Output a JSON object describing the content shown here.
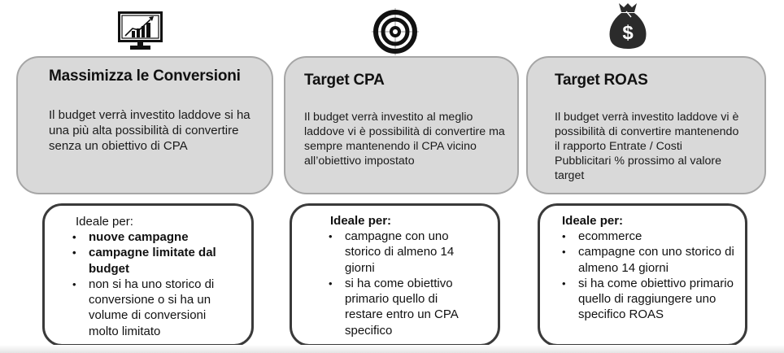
{
  "strategies": [
    {
      "icon": "monitor-chart-icon",
      "title": "Massimizza le Conversioni",
      "description": "Il budget verrà investito laddove si ha una più alta possibilità di convertire senza un obiettivo di CPA",
      "ideal_heading": "Ideale per:",
      "ideal_heading_bold": false,
      "ideal_items": [
        {
          "text": "nuove campagne",
          "bold": true
        },
        {
          "text": "campagne limitate dal budget",
          "bold": true
        },
        {
          "text": "non si ha uno storico di conversione o si ha un volume di conversioni molto limitato",
          "bold": false
        }
      ]
    },
    {
      "icon": "target-icon",
      "title": "Target CPA",
      "description": "Il budget verrà investito al meglio laddove vi è possibilità di convertire ma sempre mantenendo il CPA vicino all’obiettivo impostato",
      "ideal_heading": "Ideale per:",
      "ideal_heading_bold": true,
      "ideal_items": [
        {
          "text": "campagne  con uno storico di almeno 14 giorni",
          "bold": false
        },
        {
          "text": "si ha come obiettivo primario quello di restare entro un CPA specifico",
          "bold": false
        }
      ]
    },
    {
      "icon": "money-bag-icon",
      "title": "Target ROAS",
      "description": "Il budget verrà investito laddove vi è possibilità di convertire mantenendo il rapporto Entrate / Costi Pubblicitari  % prossimo al valore target",
      "ideal_heading": "Ideale per:",
      "ideal_heading_bold": true,
      "ideal_items": [
        {
          "text": "ecommerce",
          "bold": false
        },
        {
          "text": "campagne  con uno storico di almeno 14 giorni",
          "bold": false
        },
        {
          "text": "si ha come obiettivo primario quello di raggiungere uno specifico ROAS",
          "bold": false
        }
      ]
    }
  ],
  "colors": {
    "strategy_box_fill": "#d9d9d9",
    "strategy_box_border": "#a6a6a6",
    "ideal_box_border": "#3a3a3a",
    "icon": "#111111"
  }
}
